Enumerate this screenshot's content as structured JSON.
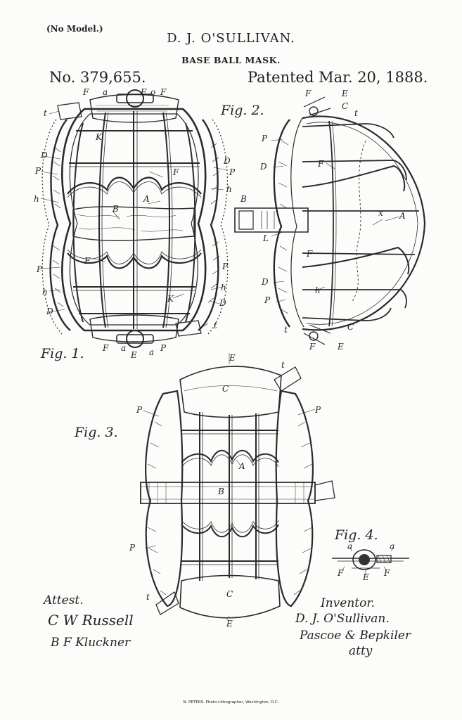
{
  "header": {
    "model_note": "(No Model.)",
    "inventor": "D. J. O'SULLIVAN.",
    "title": "BASE BALL MASK.",
    "patent_number": "No. 379,655.",
    "patented_date": "Patented Mar. 20, 1888."
  },
  "figures": {
    "fig1": "Fig. 1.",
    "fig2": "Fig. 2.",
    "fig3": "Fig. 3.",
    "fig4": "Fig. 4."
  },
  "reference_letters": {
    "a": "a",
    "A": "A",
    "B": "B",
    "C": "C",
    "D": "D",
    "E": "E",
    "F": "F",
    "h": "h",
    "K": "K",
    "L": "L",
    "P": "P",
    "t": "t",
    "x": "x",
    "o": "o"
  },
  "signatures": {
    "attest_label": "Attest.",
    "witness1": "C W Russell",
    "witness2": "B F Kluckner",
    "inventor_label": "Inventor.",
    "inventor_sig": "D. J. O'Sullivan.",
    "attorney_sig": "Pascoe & Bepkiler",
    "atty": "atty"
  },
  "footer": "N. PETERS. Photo-Lithographer, Washington, D.C."
}
